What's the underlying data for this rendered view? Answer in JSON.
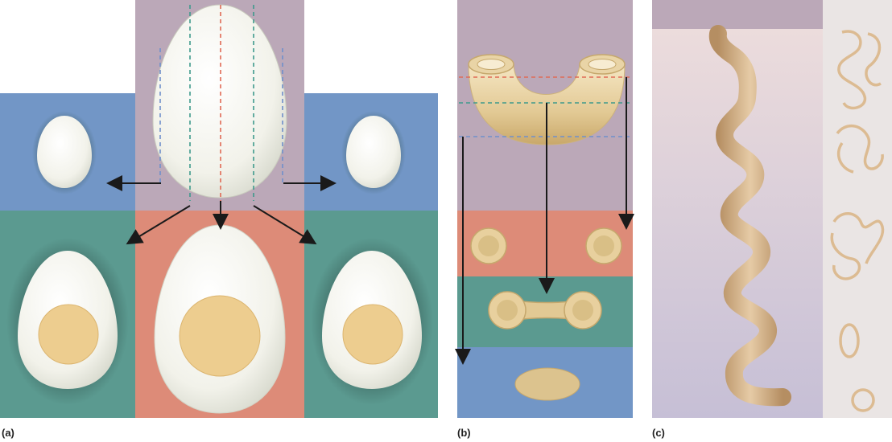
{
  "labels": {
    "panel_a": "(a)",
    "panel_b": "(b)",
    "panel_c": "(c)"
  },
  "colors": {
    "mauve": "#bba8b8",
    "blue": "#7296c6",
    "teal": "#5b9a90",
    "salmon": "#dd8b78",
    "egg_white": "#f4f4ee",
    "yolk": "#edcd8f",
    "pasta": "#dcc38e",
    "tube_tan": "#d8b690",
    "line_red": "#e06a55",
    "line_teal": "#3e9a8c",
    "line_blue": "#6f8fcb",
    "arrow": "#1a1a1a"
  },
  "panels": {
    "a": {
      "subject": "egg",
      "sections": [
        "longitudinal-cut",
        "off-center-cut",
        "tangential-cut"
      ]
    },
    "b": {
      "subject": "curved-tube",
      "sections": [
        "cross-section-two-rings",
        "grazing-section-connected-rings",
        "tangential-section-oval"
      ]
    },
    "c": {
      "subject": "coiled-tube",
      "sections": [
        "longitudinal-section-of-coiled-tube"
      ]
    }
  }
}
